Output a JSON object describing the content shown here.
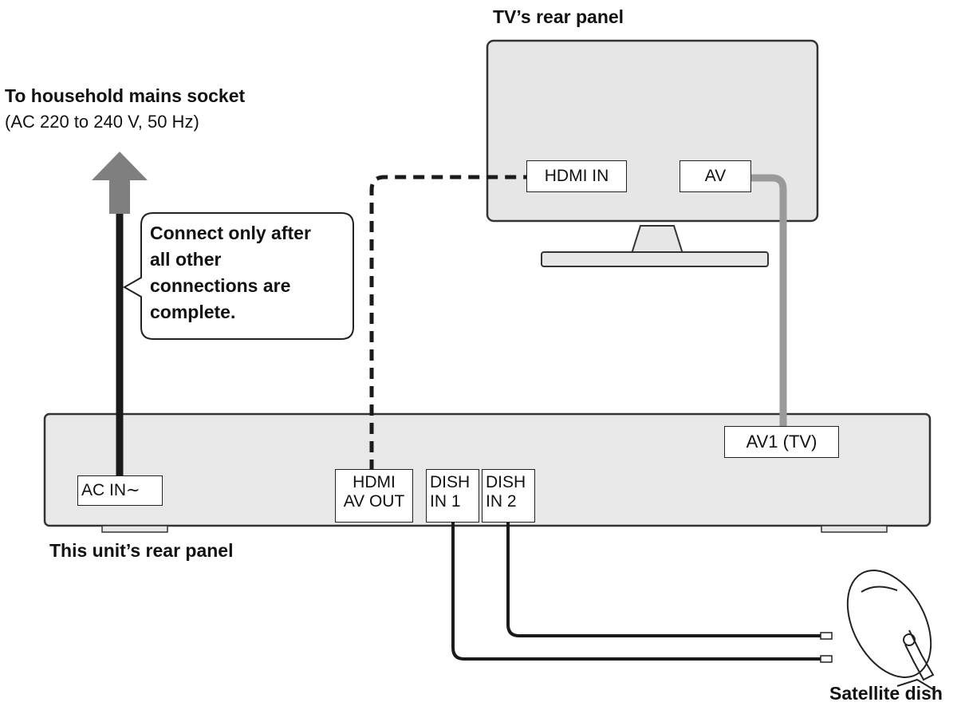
{
  "labels": {
    "tv_rear": "TV’s rear panel",
    "mains_title": "To household mains socket",
    "mains_spec": "(AC 220 to 240 V, 50 Hz)",
    "callout": [
      "Connect only after",
      "all other",
      "connections are",
      "complete."
    ],
    "unit_rear": "This unit’s rear panel",
    "satellite": "Satellite dish"
  },
  "ports": {
    "tv_hdmi_in": "HDMI IN",
    "tv_av": "AV",
    "ac_in": "AC IN∼",
    "hdmi_av_out": [
      "HDMI",
      "AV OUT"
    ],
    "dish_in_1": [
      "DISH",
      "IN 1"
    ],
    "dish_in_2": [
      "DISH",
      "IN 2"
    ],
    "av1_tv": "AV1 (TV)"
  },
  "colors": {
    "panel_fill": "#e8e8e8",
    "outline": "#333333",
    "arrow": "#7f7f7f",
    "av_cable": "#9a9a9a",
    "cable_dark": "#1a1a1a"
  }
}
